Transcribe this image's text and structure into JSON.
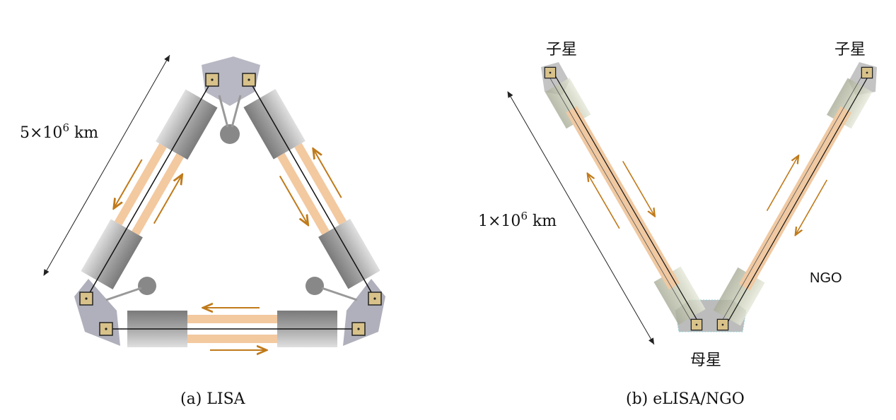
{
  "panel_a": {
    "caption": "(a) LISA",
    "distance": {
      "base": "5×10",
      "exp": "6",
      "unit": " km"
    }
  },
  "panel_b": {
    "caption": "(b) eLISA/NGO",
    "distance": {
      "base": "1×10",
      "exp": "6",
      "unit": " km"
    },
    "daughter_left": "子星",
    "daughter_right": "子星",
    "mother": "母星",
    "mission_label": "NGO"
  },
  "colors": {
    "tube": "#f3c9a0",
    "cylinder": "#9a9a9a",
    "arrow": "#c07a1a",
    "optical_bench": "#d8c28a"
  }
}
